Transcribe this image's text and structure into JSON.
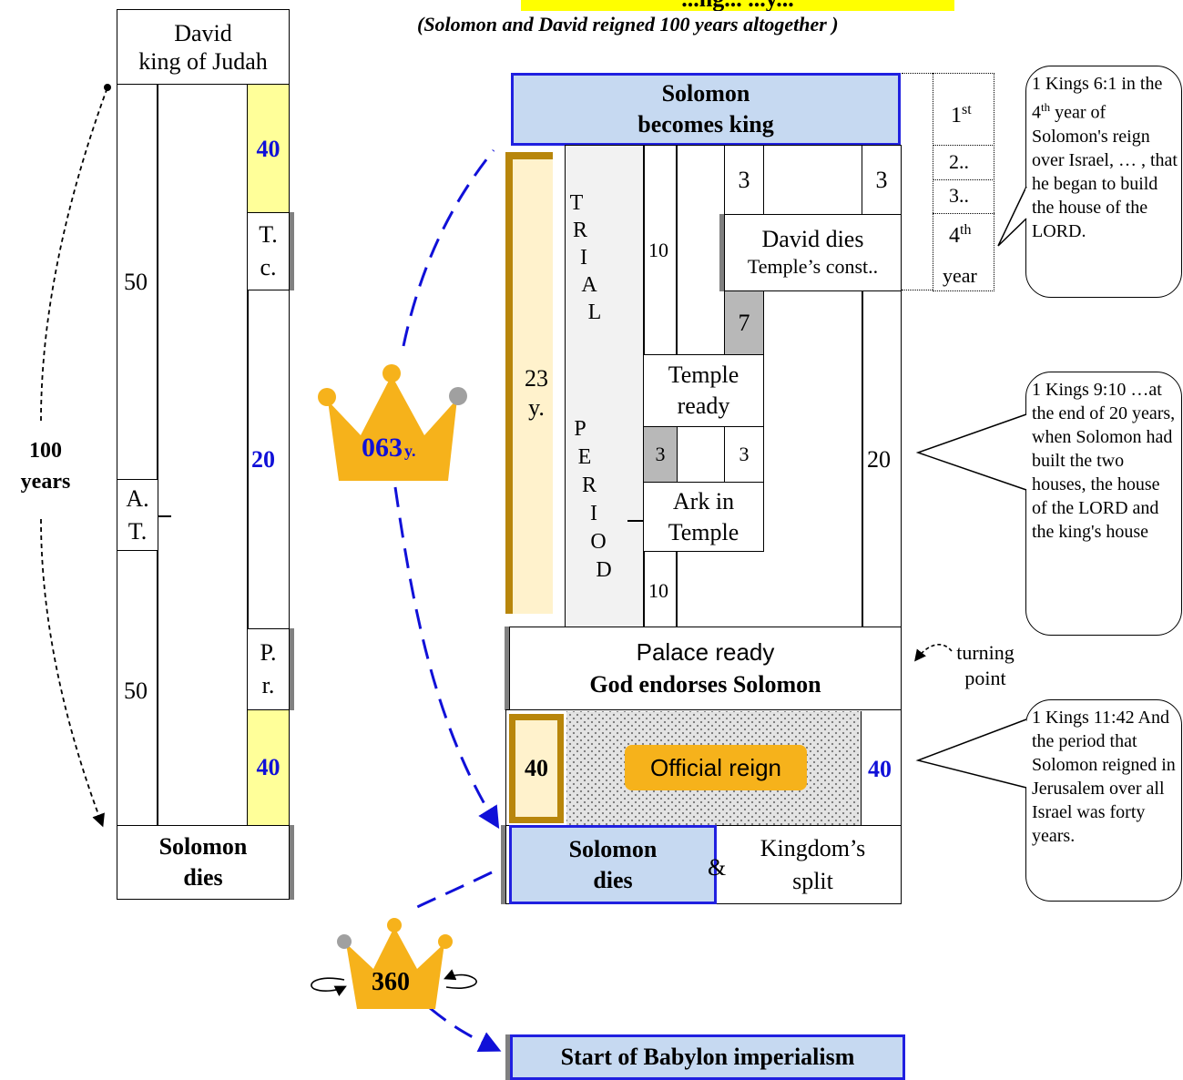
{
  "header": {
    "title": "...ng... ...y...",
    "subtitle": "(Solomon and David reigned 100 years altogether )"
  },
  "left_column": {
    "top_label_line1": "David",
    "top_label_line2": "king of Judah",
    "seg_50_top": "50",
    "seg_50_bottom": "50",
    "at_line1": "A.",
    "at_line2": "T.",
    "num_40_top": "40",
    "num_20": "20",
    "num_40_bottom": "40",
    "tc_line1": "T.",
    "tc_line2": "c.",
    "pr_line1": "P.",
    "pr_line2": "r.",
    "bottom_line1": "Solomon",
    "bottom_line2": "dies",
    "hundred": "100",
    "years": "years"
  },
  "crowns": {
    "first_number": "063",
    "first_unit": "y.",
    "second_number": "360"
  },
  "main": {
    "becomes_line1": "Solomon",
    "becomes_line2": "becomes king",
    "y23_line1": "23",
    "y23_line2": "y.",
    "trial": [
      "T",
      "R",
      "I",
      "A",
      "L"
    ],
    "period": [
      "P",
      "E",
      "R",
      "I",
      "O",
      "D"
    ],
    "num_10_top": "10",
    "num_10_bottom": "10",
    "num_3_a": "3",
    "num_3_b": "3",
    "david_dies": "David dies",
    "temple_const": "Temple’s const..",
    "num_7": "7",
    "temple_ready_line1": "Temple",
    "temple_ready_line2": "ready",
    "num_3_grey": "3",
    "num_3_c": "3",
    "ark_line1": "Ark in",
    "ark_line2": "Temple",
    "num_20": "20",
    "palace_ready": "Palace ready",
    "god_endorses": "God endorses Solomon",
    "num_40_left": "40",
    "official_reign": "Official reign",
    "num_40_right": "40",
    "dies_line1": "Solomon",
    "dies_line2": "dies",
    "ampersand": "&",
    "split_line1": "Kingdom’s",
    "split_line2": "split",
    "babylon": "Start of Babylon imperialism"
  },
  "year_column": {
    "first": "1",
    "first_sup": "st",
    "second": "2..",
    "third": "3..",
    "fourth": "4",
    "fourth_sup": "th",
    "fourth_word": "year"
  },
  "turning_point": {
    "line1": "turning",
    "line2": "point"
  },
  "bubbles": {
    "kings_6_1": {
      "ref": "1 Kings 6:1 in the 4",
      "sup": "th",
      "rest": " year of Solomon's reign over Israel, … , that he began to build the house of the LORD."
    },
    "kings_9_10": "1 Kings 9:10 …at the end of 20 years, when Solomon had built the two houses, the house of the LORD and the king's house",
    "kings_11_42": "1 Kings 11:42 And the period that Solomon reigned in Jerusalem over all Israel was forty years."
  },
  "colors": {
    "blue_text": "#1010d8",
    "light_blue_fill": "#c6d9f1",
    "yellow_fill": "#ffff99",
    "gold": "#f6b21b",
    "bracket_gold": "#b8860b",
    "grey_fill": "#b8b8b8"
  }
}
